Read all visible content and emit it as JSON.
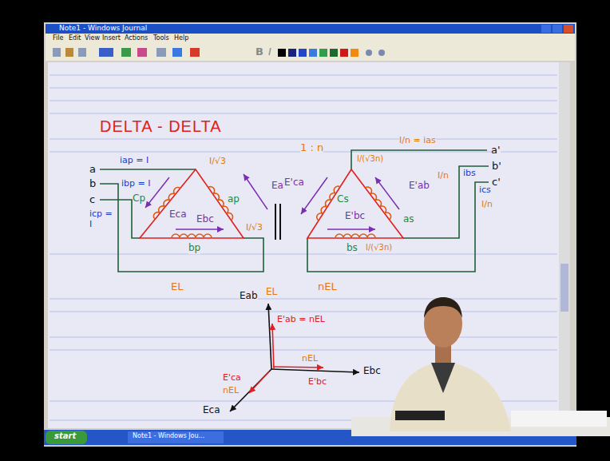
{
  "diagram": {
    "title": "DELTA - DELTA",
    "labels": [
      "Note1 - Windows Journal",
      "File",
      "Edit",
      "View",
      "Insert",
      "Actions",
      "Tools",
      "Help",
      "B",
      "I",
      "a",
      "b",
      "c",
      "iap = I",
      "ibp = I",
      "icp = I",
      "I/√3",
      "Cp",
      "ap",
      "bp",
      "Eab",
      "Eca",
      "Ebc",
      "I/√3",
      "EL",
      "1 : n",
      "I/n = ias",
      "a'",
      "b'",
      "c'",
      "I/(√3n)",
      "I/n",
      "ibs",
      "ics",
      "I/n",
      "E'ca",
      "E'ab",
      "Cs",
      "as",
      "E'bc",
      "bs",
      "I/(√3n)",
      "nEL",
      "Eab",
      "EL",
      "E'ab = nEL",
      "nEL",
      "E'bc",
      "Ebc",
      "E'ca",
      "nEL",
      "Eca",
      "start",
      "Note1 - Windows Jou..."
    ]
  }
}
